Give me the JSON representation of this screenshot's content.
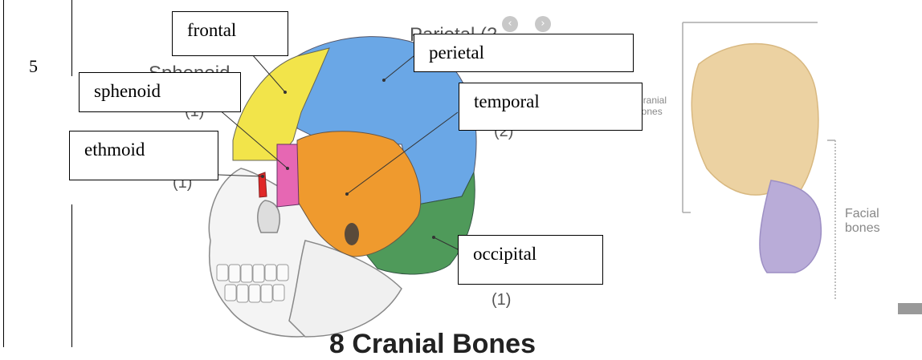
{
  "page": {
    "row_number": "5"
  },
  "labels": {
    "frontal": "frontal",
    "perietal": "perietal",
    "sphenoid": "sphenoid",
    "temporal": "temporal",
    "ethmoid": "ethmoid",
    "occipital": "occipital"
  },
  "background_text": {
    "parietal_partial": "Parietal (2",
    "sphenoid_partial": "Sphenoid",
    "count_1": "(1)",
    "count_2": "(2)",
    "count_3": "(1)",
    "count_4": "(1)",
    "caption": "8 Cranial Bones",
    "cranial_bones": "Cranial\nbones",
    "facial_bones": "Facial\nbones"
  },
  "colors": {
    "frontal": "#f2e44a",
    "parietal": "#6aa7e6",
    "temporal": "#ef9a2e",
    "occipital": "#4f9a5a",
    "sphenoid": "#e667b3",
    "ethmoid": "#e02828",
    "skull_outline": "#e9e9e9"
  }
}
